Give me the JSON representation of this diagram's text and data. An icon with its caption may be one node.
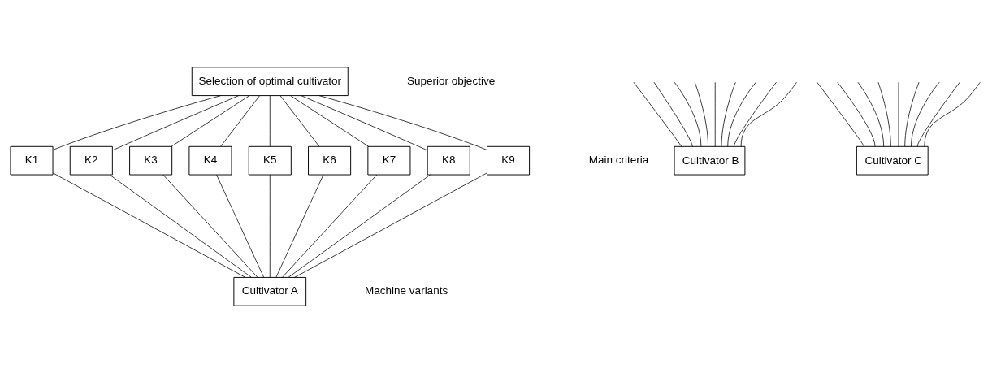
{
  "diagram": {
    "nodes": [
      {
        "text": [
          "Selection of optimal cultivator"
        ]
      },
      {
        "text": [
          "K1"
        ]
      },
      {
        "text": [
          "K2"
        ]
      },
      {
        "text": [
          "K3"
        ]
      },
      {
        "text": [
          "K4"
        ]
      },
      {
        "text": [
          "K5"
        ]
      },
      {
        "text": [
          "K6"
        ]
      },
      {
        "text": [
          "K7"
        ]
      },
      {
        "text": [
          "K8"
        ]
      },
      {
        "text": [
          "K9"
        ]
      },
      {
        "text": [
          "Cultivator A"
        ]
      },
      {
        "text": [
          "Cultivator B"
        ]
      },
      {
        "text": [
          "Cultivator C"
        ]
      }
    ],
    "edges": [
      {
        "from": 0,
        "to": 1,
        "arrow": "none"
      },
      {
        "from": 0,
        "to": 2,
        "arrow": "none"
      },
      {
        "from": 0,
        "to": 3,
        "arrow": "none"
      },
      {
        "from": 0,
        "to": 4,
        "arrow": "none"
      },
      {
        "from": 0,
        "to": 5,
        "arrow": "none"
      },
      {
        "from": 0,
        "to": 6,
        "arrow": "none"
      },
      {
        "from": 0,
        "to": 7,
        "arrow": "none"
      },
      {
        "from": 0,
        "to": 8,
        "arrow": "none"
      },
      {
        "from": 0,
        "to": 9,
        "arrow": "none"
      },
      {
        "from": 1,
        "to": 10,
        "arrow": "none"
      },
      {
        "from": 2,
        "to": 10,
        "arrow": "none"
      },
      {
        "from": 3,
        "to": 10,
        "arrow": "none"
      },
      {
        "from": 4,
        "to": 10,
        "arrow": "none"
      },
      {
        "from": 5,
        "to": 10,
        "arrow": "none"
      },
      {
        "from": 6,
        "to": 10,
        "arrow": "none"
      },
      {
        "from": 7,
        "to": 10,
        "arrow": "none"
      },
      {
        "from": 8,
        "to": 10,
        "arrow": "none"
      },
      {
        "from": 9,
        "to": 10,
        "arrow": "none"
      },
      {
        "from": null,
        "to": 11,
        "arrow": "none"
      },
      {
        "from": null,
        "to": 11,
        "arrow": "none"
      },
      {
        "from": null,
        "to": 11,
        "arrow": "none"
      },
      {
        "from": null,
        "to": 11,
        "arrow": "none"
      },
      {
        "from": null,
        "to": 11,
        "arrow": "none"
      },
      {
        "from": null,
        "to": 11,
        "arrow": "none"
      },
      {
        "from": null,
        "to": 11,
        "arrow": "none"
      },
      {
        "from": null,
        "to": 11,
        "arrow": "none"
      },
      {
        "from": null,
        "to": 11,
        "arrow": "none"
      },
      {
        "from": null,
        "to": 12,
        "arrow": "none"
      },
      {
        "from": null,
        "to": 12,
        "arrow": "none"
      },
      {
        "from": null,
        "to": 12,
        "arrow": "none"
      },
      {
        "from": null,
        "to": 12,
        "arrow": "none"
      },
      {
        "from": null,
        "to": 12,
        "arrow": "none"
      },
      {
        "from": null,
        "to": 12,
        "arrow": "none"
      },
      {
        "from": null,
        "to": 12,
        "arrow": "none"
      },
      {
        "from": null,
        "to": 12,
        "arrow": "none"
      },
      {
        "from": null,
        "to": 12,
        "arrow": "none"
      }
    ],
    "labels": [
      "Superior objective",
      "Main criteria",
      "Machine variants"
    ]
  }
}
